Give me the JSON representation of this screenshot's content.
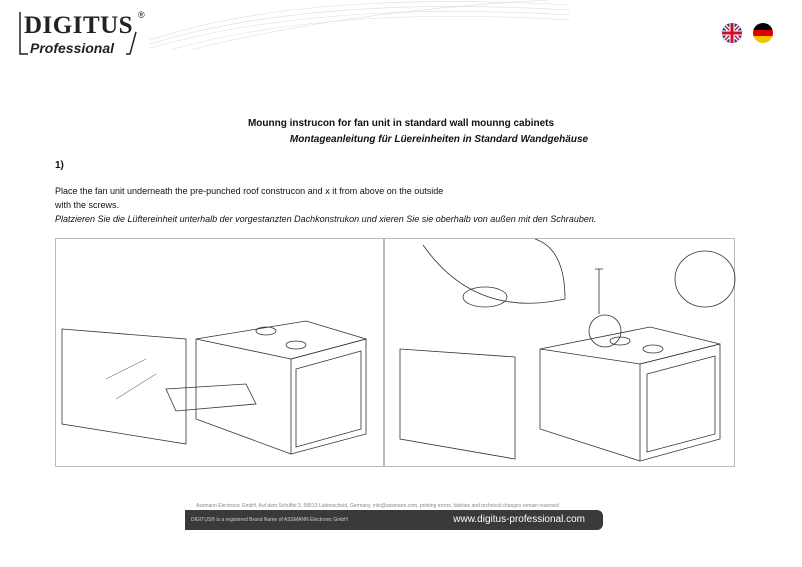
{
  "header": {
    "logo_line1": "DIGITUS",
    "logo_reg": "®",
    "logo_line2": "Professional",
    "flags": [
      "uk-flag-icon",
      "de-flag-icon"
    ]
  },
  "title_en": "Mounng instrucon for fan unit in standard wall mounng cabinets",
  "title_de": "Montageanleitung für Lüereinheiten in Standard Wandgehäuse",
  "step": "1)",
  "text_en_1": "Place the fan unit underneath the pre-punched roof construcon and x it from above on the outside",
  "text_en_2": "with the screws.",
  "text_de": "Platzieren Sie die Lüftereinheit unterhalb der vorgestanzten Dachkonstrukon und xieren Sie sie oberhalb von außen mit den Schrauben.",
  "footer": {
    "address": "Assmann Electronic GmbH, Auf dem Schüffel 3, 58513 Lüdenscheid, Germany, info@assmann.com, printing errors, falsities and technical changes remain reserved",
    "brand": "DIGITUS® is a registered Brand Name of ASSMANN Electronic GmbH",
    "url": "www.digitus-professional.com"
  }
}
